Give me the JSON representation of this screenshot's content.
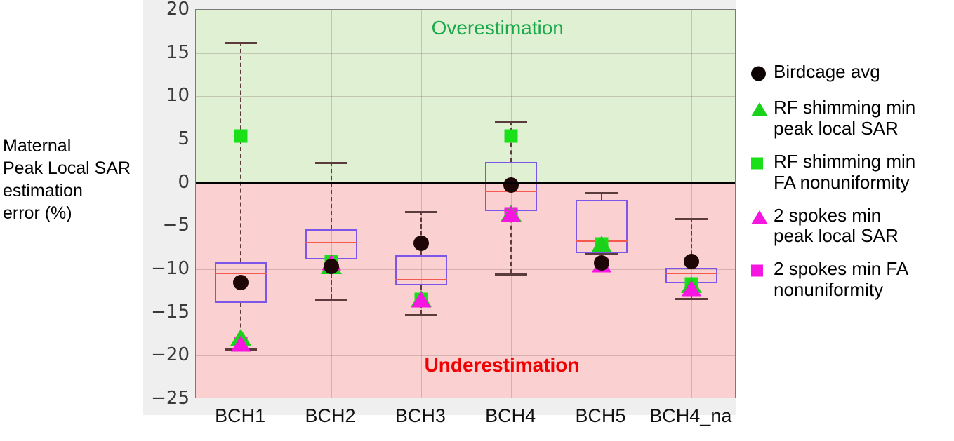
{
  "chart_data": {
    "type": "box",
    "title": "",
    "xlabel": "",
    "ylabel": "Maternal\nPeak Local SAR\nestimation\nerror (%)",
    "ylim": [
      -25,
      20
    ],
    "yticks": [
      20,
      15,
      10,
      5,
      0,
      -5,
      -10,
      -15,
      -20,
      -25
    ],
    "ytick_labels": [
      "20",
      "15",
      "10",
      "5",
      "0",
      "−5",
      "−10",
      "−15",
      "−20",
      "−25"
    ],
    "grid": true,
    "legend_position": "right",
    "categories": [
      "BCH1",
      "BCH2",
      "BCH3",
      "BCH4",
      "BCH5",
      "BCH4_na"
    ],
    "annotations": [
      {
        "text": "Overestimation",
        "color": "#1aa84a",
        "bold": false,
        "x_value": 3.05,
        "y_value": 17.6
      },
      {
        "text": "Underestimation",
        "color": "#f00000",
        "bold": true,
        "x_value": 3.05,
        "y_value": -21.4
      }
    ],
    "regions": [
      {
        "name": "Overestimation",
        "from": 0,
        "to": 20,
        "color": "#dff0d3"
      },
      {
        "name": "Underestimation",
        "from": -25,
        "to": 0,
        "color": "#fbd0d0"
      }
    ],
    "zero_line": {
      "value": 0,
      "color": "#000000"
    },
    "boxes": [
      {
        "category": "BCH1",
        "whisker_high": 16.3,
        "q3": -9.2,
        "median": -10.4,
        "q1": -13.9,
        "whisker_low": -19.2
      },
      {
        "category": "BCH2",
        "whisker_high": 2.4,
        "q3": -5.4,
        "median": -6.8,
        "q1": -8.9,
        "whisker_low": -13.4
      },
      {
        "category": "BCH3",
        "whisker_high": -3.3,
        "q3": -8.4,
        "median": -11.1,
        "q1": -11.9,
        "whisker_low": -15.2
      },
      {
        "category": "BCH4",
        "whisker_high": 7.2,
        "q3": 2.4,
        "median": -0.9,
        "q1": -3.3,
        "whisker_low": -10.5
      },
      {
        "category": "BCH5",
        "whisker_high": -1.1,
        "q3": -2.0,
        "median": -6.7,
        "q1": -8.1,
        "whisker_low": -8.1
      },
      {
        "category": "BCH4_na",
        "whisker_high": -4.1,
        "q3": -9.8,
        "median": -10.4,
        "q1": -11.6,
        "whisker_low": -13.3
      }
    ],
    "series": [
      {
        "name": "Birdcage avg",
        "marker": "circle",
        "color": "#0d0202",
        "values": [
          -11.5,
          -9.7,
          -7.0,
          -0.3,
          -9.3,
          -9.1
        ]
      },
      {
        "name": "RF shimming min peak local SAR",
        "marker": "triangle",
        "color": "#19d219",
        "values": [
          -17.9,
          -9.6,
          -13.4,
          -3.5,
          -7.1,
          -11.8
        ]
      },
      {
        "name": "RF shimming min FA nonuniformity",
        "marker": "square",
        "color": "#19e019",
        "values": [
          5.4,
          -9.1,
          -13.5,
          5.4,
          -7.1,
          -11.7
        ]
      },
      {
        "name": "2 spokes min peak local SAR",
        "marker": "triangle",
        "color": "#f715e2",
        "values": [
          -18.6,
          -9.2,
          -13.5,
          -3.6,
          -9.4,
          -12.2
        ]
      },
      {
        "name": "2 spokes min FA nonuniformity",
        "marker": "square",
        "color": "#f715e2",
        "values": [
          -18.6,
          -9.2,
          -13.5,
          -3.6,
          -9.4,
          -12.2
        ]
      }
    ]
  },
  "legend": {
    "items": [
      {
        "label": "Birdcage avg",
        "marker": "circle-black",
        "icon": "filled-circle-icon"
      },
      {
        "label": "RF shimming min\npeak local SAR",
        "marker": "triangle-green",
        "icon": "filled-triangle-icon"
      },
      {
        "label": "RF shimming min\nFA nonuniformity",
        "marker": "square-green",
        "icon": "filled-square-icon"
      },
      {
        "label": "2 spokes min\npeak local SAR",
        "marker": "triangle-magenta",
        "icon": "filled-triangle-icon"
      },
      {
        "label": "2 spokes min FA\nnonuniformity",
        "marker": "square-magenta",
        "icon": "filled-square-icon"
      }
    ]
  },
  "colors": {
    "overestimation_band": "#dff0d3",
    "underestimation_band": "#fbd0d0",
    "box_edge": "#7b56e8",
    "median_line": "#f4594e",
    "whisker": "#5b3b3b",
    "green_marker": "#19e019",
    "magenta_marker": "#f715e2",
    "black_marker": "#0d0202",
    "over_text": "#1aa84a",
    "under_text": "#f00000",
    "axes_background": "#efefef"
  }
}
